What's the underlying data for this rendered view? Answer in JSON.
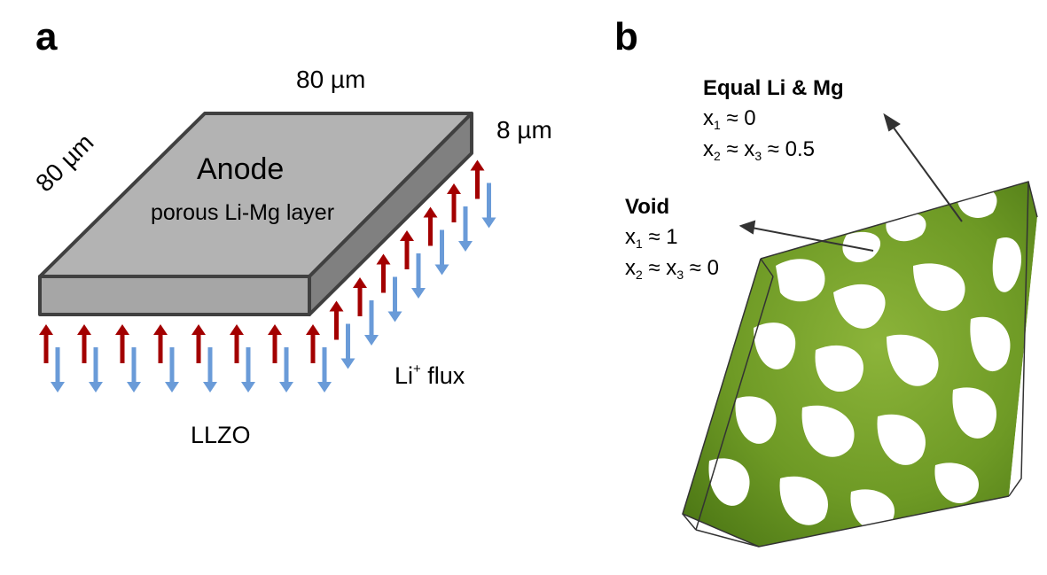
{
  "panel_a": {
    "letter": "a",
    "dim_top": "80 µm",
    "dim_left": "80 µm",
    "dim_thickness": "8 µm",
    "block_title": "Anode",
    "block_subtitle": "porous Li-Mg layer",
    "flux_label_main": "Li",
    "flux_label_sup": "+",
    "flux_label_rest": " flux",
    "substrate_label": "LLZO",
    "colors": {
      "top_face": "#b3b3b3",
      "front_face": "#a6a6a6",
      "side_face": "#808080",
      "edge": "#404040",
      "up_arrow": "#a30000",
      "down_arrow": "#6a9bd8"
    }
  },
  "panel_b": {
    "letter": "b",
    "phase_mixed": {
      "title": "Equal Li & Mg",
      "line1": {
        "var": "x",
        "sub": "1",
        "rest": " ≈ 0"
      },
      "line2": {
        "var1": "x",
        "sub1": "2",
        "mid": " ≈ x",
        "sub2": "3",
        "rest": " ≈ 0.5"
      }
    },
    "phase_void": {
      "title": "Void",
      "line1": {
        "var": "x",
        "sub": "1",
        "rest": " ≈ 1"
      },
      "line2": {
        "var1": "x",
        "sub1": "2",
        "mid": " ≈ x",
        "sub2": "3",
        "rest": " ≈ 0"
      }
    },
    "colors": {
      "solid": "#6e9a25",
      "solid_light": "#8cb43a",
      "solid_dark": "#4f7a16",
      "box_edge": "#333333"
    }
  }
}
